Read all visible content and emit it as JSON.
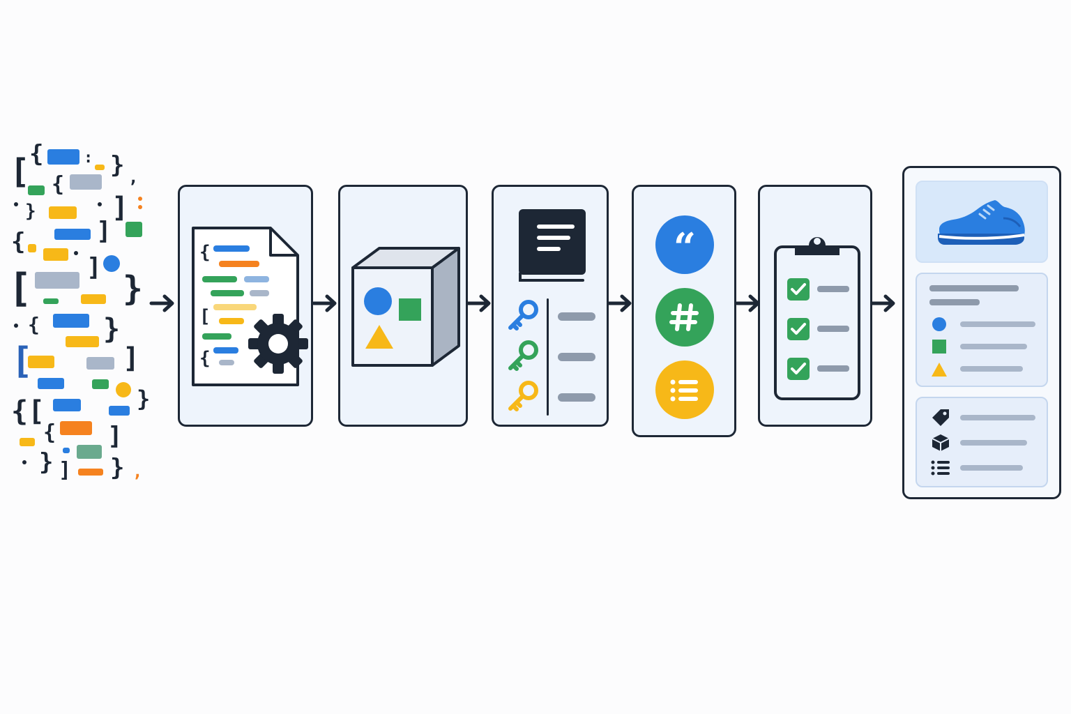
{
  "colors": {
    "ink": "#1d2735",
    "blue": "#2a7ee0",
    "green": "#34a35a",
    "yellow": "#f7b818",
    "orange": "#f5821f",
    "gray": "#8e9aab",
    "panel": "#eef4fc"
  },
  "stages": [
    {
      "id": "raw-json-input",
      "icons": [
        "brace-icon",
        "bracket-icon",
        "token-chip"
      ]
    },
    {
      "id": "parse",
      "icons": [
        "code-document-icon",
        "gear-icon"
      ]
    },
    {
      "id": "model",
      "icons": [
        "cube-icon",
        "circle-icon",
        "square-icon",
        "triangle-icon"
      ]
    },
    {
      "id": "schema",
      "icons": [
        "book-icon",
        "key-icon",
        "key-icon",
        "key-icon"
      ]
    },
    {
      "id": "types",
      "icons": [
        "quote-icon",
        "hash-icon",
        "list-icon"
      ]
    },
    {
      "id": "validate",
      "icons": [
        "clipboard-icon",
        "checkbox-icon",
        "checkbox-icon",
        "checkbox-icon"
      ]
    },
    {
      "id": "product-card",
      "icons": [
        "sneaker-icon",
        "tag-icon",
        "box-icon",
        "list-icon"
      ]
    }
  ]
}
